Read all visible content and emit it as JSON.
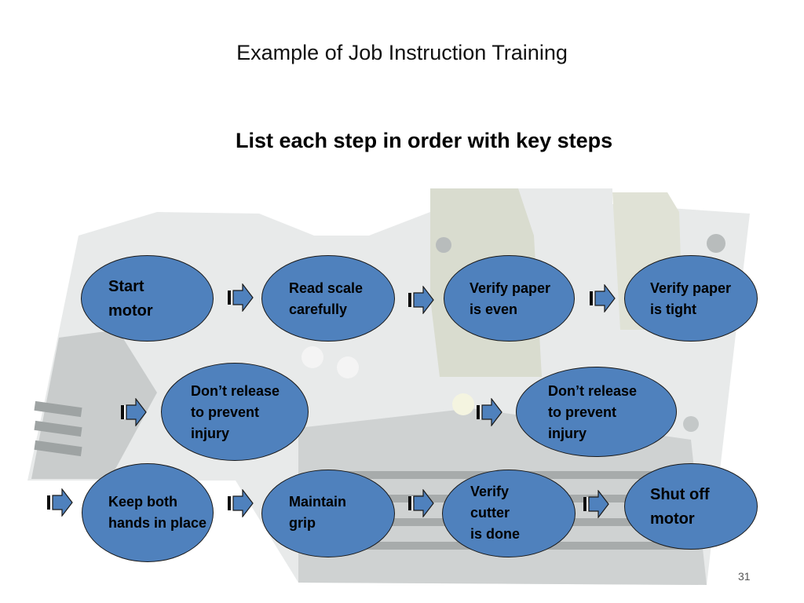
{
  "slide": {
    "title": "Example of Job Instruction Training",
    "subtitle": "List each step in order with key steps",
    "page_number": "31"
  },
  "steps": {
    "start_motor": "Start\nmotor",
    "read_scale": "Read scale\ncarefully",
    "verify_even": "Verify paper\nis even",
    "verify_tight": "Verify paper\nis tight",
    "dont_release_1": "Don’t release\nto prevent\ninjury",
    "dont_release_2": "Don’t release\nto prevent\ninjury",
    "keep_hands": "Keep both\nhands in place",
    "maintain_grip": "Maintain\ngrip",
    "verify_cutter": "Verify\ncutter\nis done",
    "shut_off": "Shut off\nmotor"
  },
  "colors": {
    "node_fill": "#4f81bd",
    "arrow_fill": "#4f81bd"
  }
}
